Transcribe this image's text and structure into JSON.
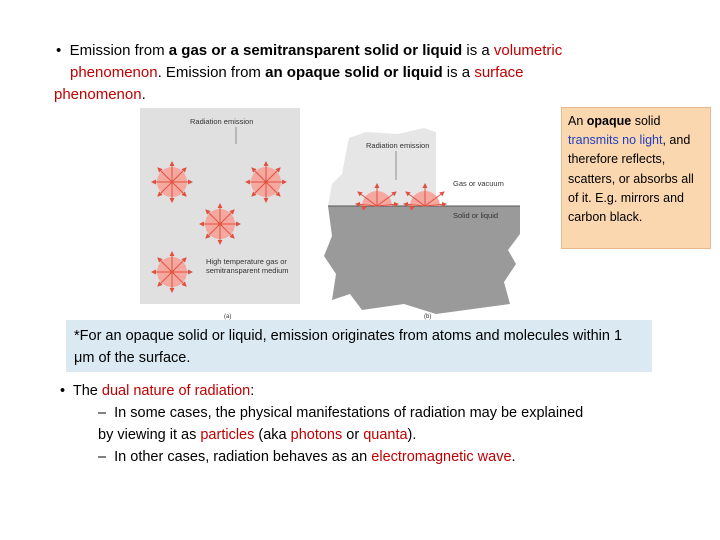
{
  "intro": {
    "bullet": "•",
    "t1": "Emission from ",
    "t2": "a gas or a semitransparent solid or liquid",
    "t3": " is a ",
    "t4": "volumetric",
    "t5": "phenomenon",
    "t6": ".  Emission from ",
    "t7": "an opaque solid or liquid",
    "t8": " is a ",
    "t9": "surface",
    "t10": "phenomenon",
    "t11": "."
  },
  "figure": {
    "a_title": "Radiation emission",
    "a_caption_1": "High temperature gas or",
    "a_caption_2": "semitransparent medium",
    "b_title": "Radiation emission",
    "b_gas": "Gas or vacuum",
    "b_solid": "Solid or liquid",
    "label_a": "(a)",
    "label_b": "(b)",
    "colors": {
      "panel": "#e0e0e0",
      "solid": "#9a9a9a",
      "sphere": "#f4a8a0",
      "arrow": "#e05040"
    }
  },
  "callout": {
    "t1": "An ",
    "t2": "opaque",
    "t3": " solid ",
    "t4": "transmits no light",
    "t5": ", and therefore reflects, scatters, or absorbs all of it. E.g. mirrors and carbon black."
  },
  "note": {
    "t1": "*For an opaque solid or liquid, emission originates from atoms and molecules within 1 ",
    "t2": "μ",
    "t3": "m of the surface."
  },
  "dual": {
    "bullet": "•",
    "t1": "The ",
    "t2": "dual nature of radiation",
    "t3": ":",
    "dash": "–",
    "s1a": "In some cases, the physical manifestations of radiation may be explained",
    "s1b": "by viewing it as ",
    "s1c": "particles",
    "s1d": " (aka ",
    "s1e": "photons",
    "s1f": " or ",
    "s1g": "quanta",
    "s1h": ").",
    "s2a": "In other cases, radiation behaves as an ",
    "s2b": "electromagnetic wave",
    "s2c": "."
  }
}
